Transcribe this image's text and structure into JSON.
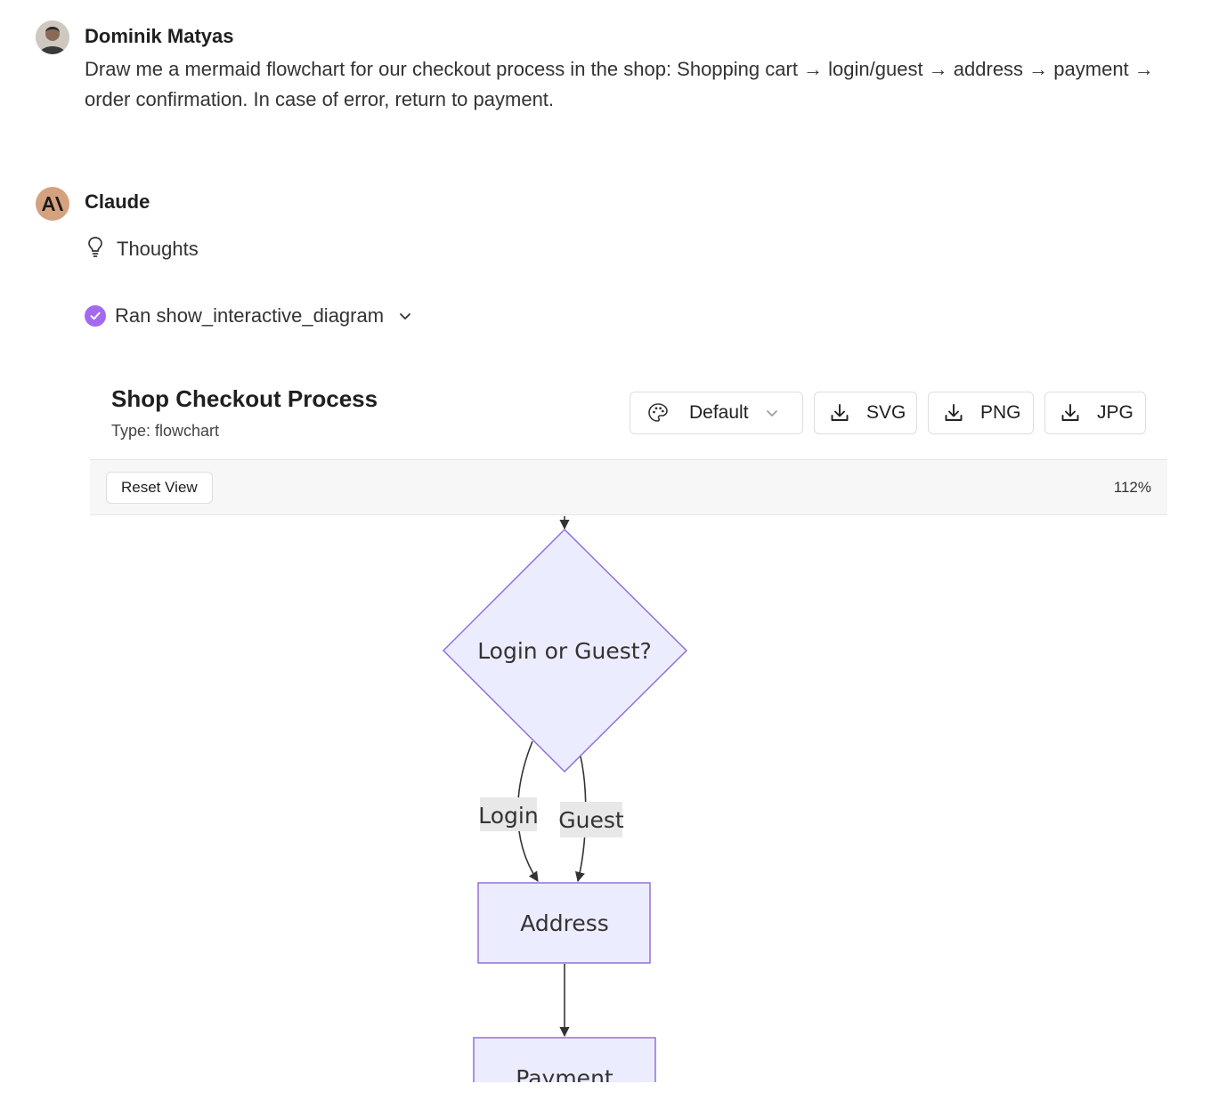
{
  "user": {
    "name": "Dominik Matyas",
    "message": "Draw me a mermaid flowchart for our checkout process in the shop: Shopping cart → login/guest → address → payment → order confirmation. In case of error, return to payment."
  },
  "assistant": {
    "name": "Claude",
    "thoughts_label": "Thoughts",
    "tool_label": "Ran show_interactive_diagram"
  },
  "diagram": {
    "title": "Shop Checkout Process",
    "type_label": "Type: flowchart",
    "theme_select": "Default",
    "export_svg": "SVG",
    "export_png": "PNG",
    "export_jpg": "JPG",
    "reset_label": "Reset View",
    "zoom": "112%",
    "nodes": {
      "decision": "Login or Guest?",
      "address": "Address",
      "payment": "Payment"
    },
    "edges": {
      "login": "Login",
      "guest": "Guest"
    },
    "colors": {
      "node_fill": "#ececff",
      "node_stroke": "#9370db",
      "edge": "#333333",
      "edge_label_bg": "#e8e8e8",
      "accent_check": "#a569f0"
    }
  }
}
